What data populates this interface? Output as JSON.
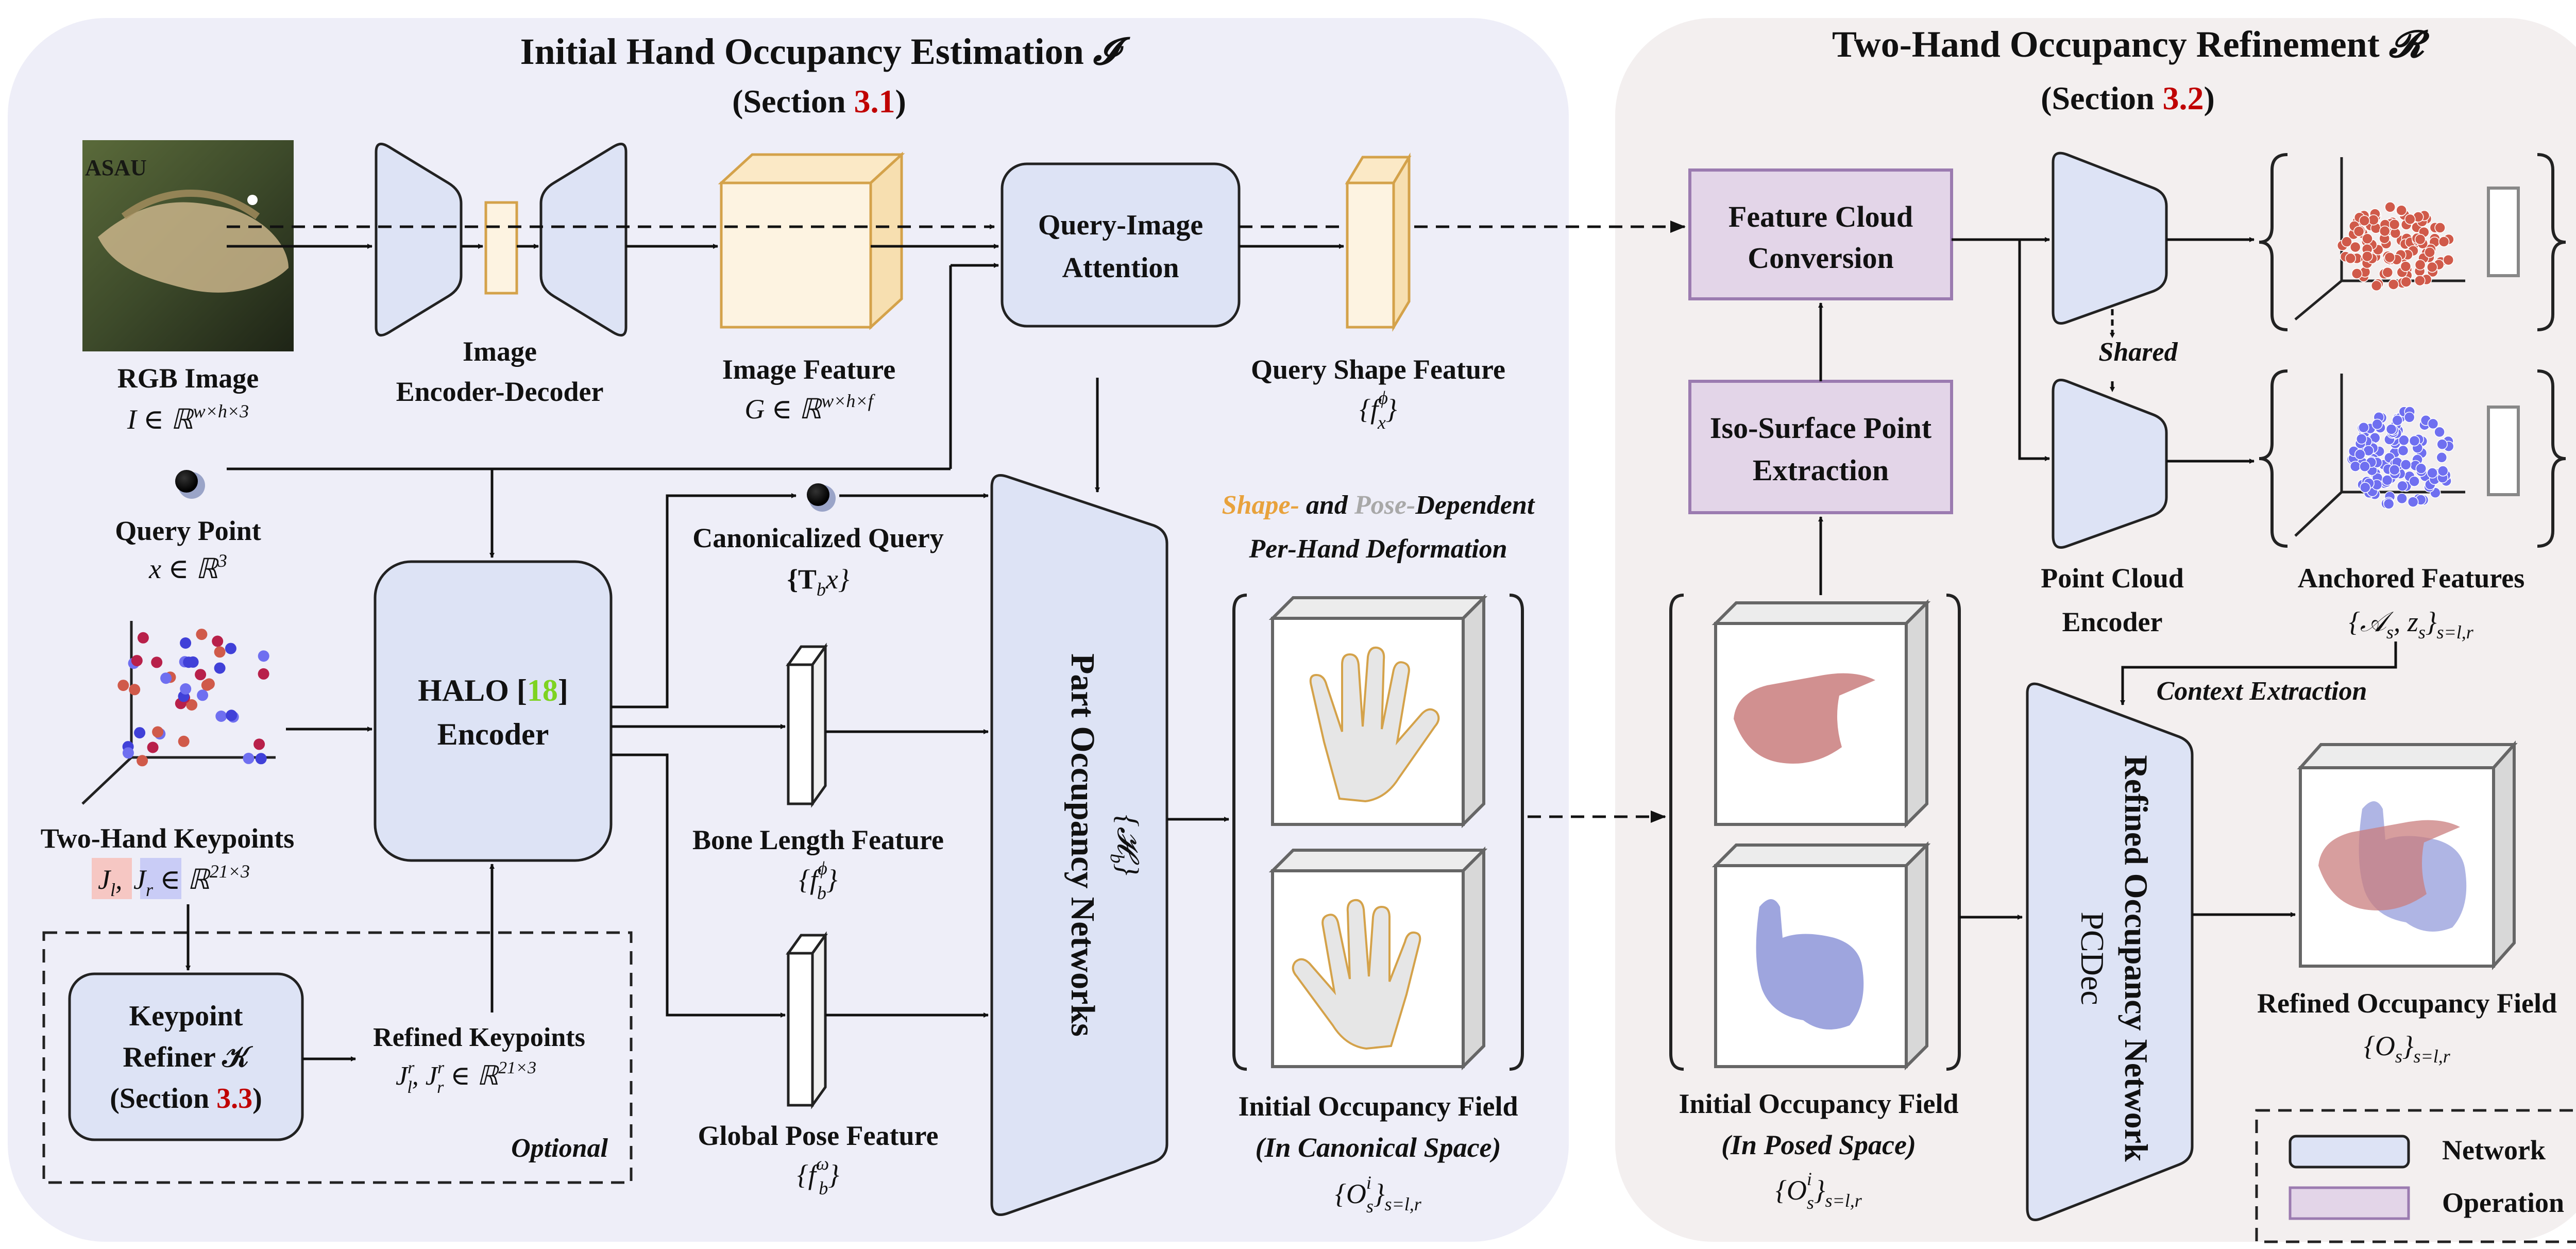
{
  "panels": {
    "initial": {
      "title": "Initial Hand Occupancy Estimation ",
      "title_symbol": "𝓘",
      "section_prefix": "(Section ",
      "section_num": "3.1",
      "section_suffix": ")"
    },
    "refine": {
      "title": "Two-Hand Occupancy Refinement ",
      "title_symbol": "𝓡",
      "section_prefix": "(Section ",
      "section_num": "3.2",
      "section_suffix": ")"
    }
  },
  "labels": {
    "rgb_image": "RGB Image",
    "rgb_formula": "I ∈ ℝ",
    "rgb_sup": "w×h×3",
    "encdec_1": "Image",
    "encdec_2": "Encoder-Decoder",
    "image_feature": "Image Feature",
    "image_feature_formula": "G ∈ ℝ",
    "image_feature_sup": "w×h×f",
    "qia_1": "Query-Image",
    "qia_2": "Attention",
    "query_shape_feature": "Query Shape Feature",
    "query_shape_formula": "{f",
    "query_shape_sub": "x",
    "query_shape_sup": "ϕ",
    "query_shape_close": "}",
    "query_point": "Query Point",
    "query_point_formula": "x ∈ ℝ",
    "query_point_sup": "3",
    "canon_query": "Canonicalized Query",
    "canon_query_formula": "{T",
    "canon_query_sub": "b",
    "canon_query_close": "x}",
    "halo_1a": "HALO [",
    "halo_ref": "18",
    "halo_1b": "]",
    "halo_2": "Encoder",
    "two_hand_kp": "Two-Hand Keypoints",
    "kp_jl": "J",
    "kp_jl_sub": "l",
    "kp_sep": ", ",
    "kp_jr": "J",
    "kp_jr_sub": "r",
    "kp_in": " ∈ ℝ",
    "kp_sup": "21×3",
    "bone_length": "Bone Length Feature",
    "bone_formula": "{f",
    "bone_sub": "b",
    "bone_sup": "ϕ",
    "bone_close": "}",
    "global_pose": "Global Pose Feature",
    "global_formula": "{f",
    "global_sub": "b",
    "global_sup": "ω",
    "global_close": "}",
    "kr_1": "Keypoint",
    "kr_2": "Refiner 𝒦",
    "kr_3a": "(Section ",
    "kr_3num": "3.3",
    "kr_3b": ")",
    "refined_kp": "Refined Keypoints",
    "refined_kp_formula": "J",
    "refined_kp_rest": ", J",
    "refined_kp_in": " ∈ ℝ",
    "refined_kp_sup": "21×3",
    "optional": "Optional",
    "pon_1": "Part Occupancy",
    "pon_2": "Networks",
    "pon_formula": "{𝓗",
    "pon_sub": "b",
    "pon_close": "}",
    "deform_shape": "Shape-",
    "deform_and": " and ",
    "deform_pose": "Pose-",
    "deform_dep": "Dependent",
    "deform_2": "Per-Hand Deformation",
    "iof_canon_1": "Initial Occupancy Field",
    "iof_canon_2": "(In Canonical Space)",
    "iof_formula": "{O",
    "iof_sup": "i",
    "iof_sub": "s",
    "iof_close": "}",
    "iof_range": "s=l,r",
    "fcc_1": "Feature Cloud",
    "fcc_2": "Conversion",
    "iso_1": "Iso-Surface Point",
    "iso_2": "Extraction",
    "shared": "Shared",
    "pce_1": "Point Cloud",
    "pce_2": "Encoder",
    "anchored": "Anchored Features",
    "anchored_formula": "{𝒜",
    "anchored_s": "s",
    "anchored_mid": ", z",
    "anchored_s2": "s",
    "anchored_close": "}",
    "anchored_range": "s=l,r",
    "context": "Context Extraction",
    "ron_1": "Refined Occupancy Network",
    "ron_2": "PCDec",
    "iof_posed_1": "Initial Occupancy Field",
    "iof_posed_2": "(In Posed Space)",
    "rof": "Refined Occupancy Field",
    "rof_formula": "{O",
    "rof_sub": "s",
    "rof_close": "}",
    "rof_range": "s=l,r",
    "legend_network": "Network",
    "legend_operation": "Operation"
  },
  "colors": {
    "panel_left": "#eeeef8",
    "panel_right": "#f3efef",
    "network_fill": "#dde3f5",
    "operation_fill": "#e3d5e8",
    "operation_stroke": "#9b7bb0",
    "feature_fill": "#fdf3e1",
    "feature_stroke": "#d4a24a",
    "section_red": "#c00000",
    "ref_green": "#7ed321",
    "left_hand_color": "#c97d7d",
    "right_hand_color": "#8d95d8",
    "point_red": "#d05a4a",
    "point_blue": "#6f6ff0"
  }
}
